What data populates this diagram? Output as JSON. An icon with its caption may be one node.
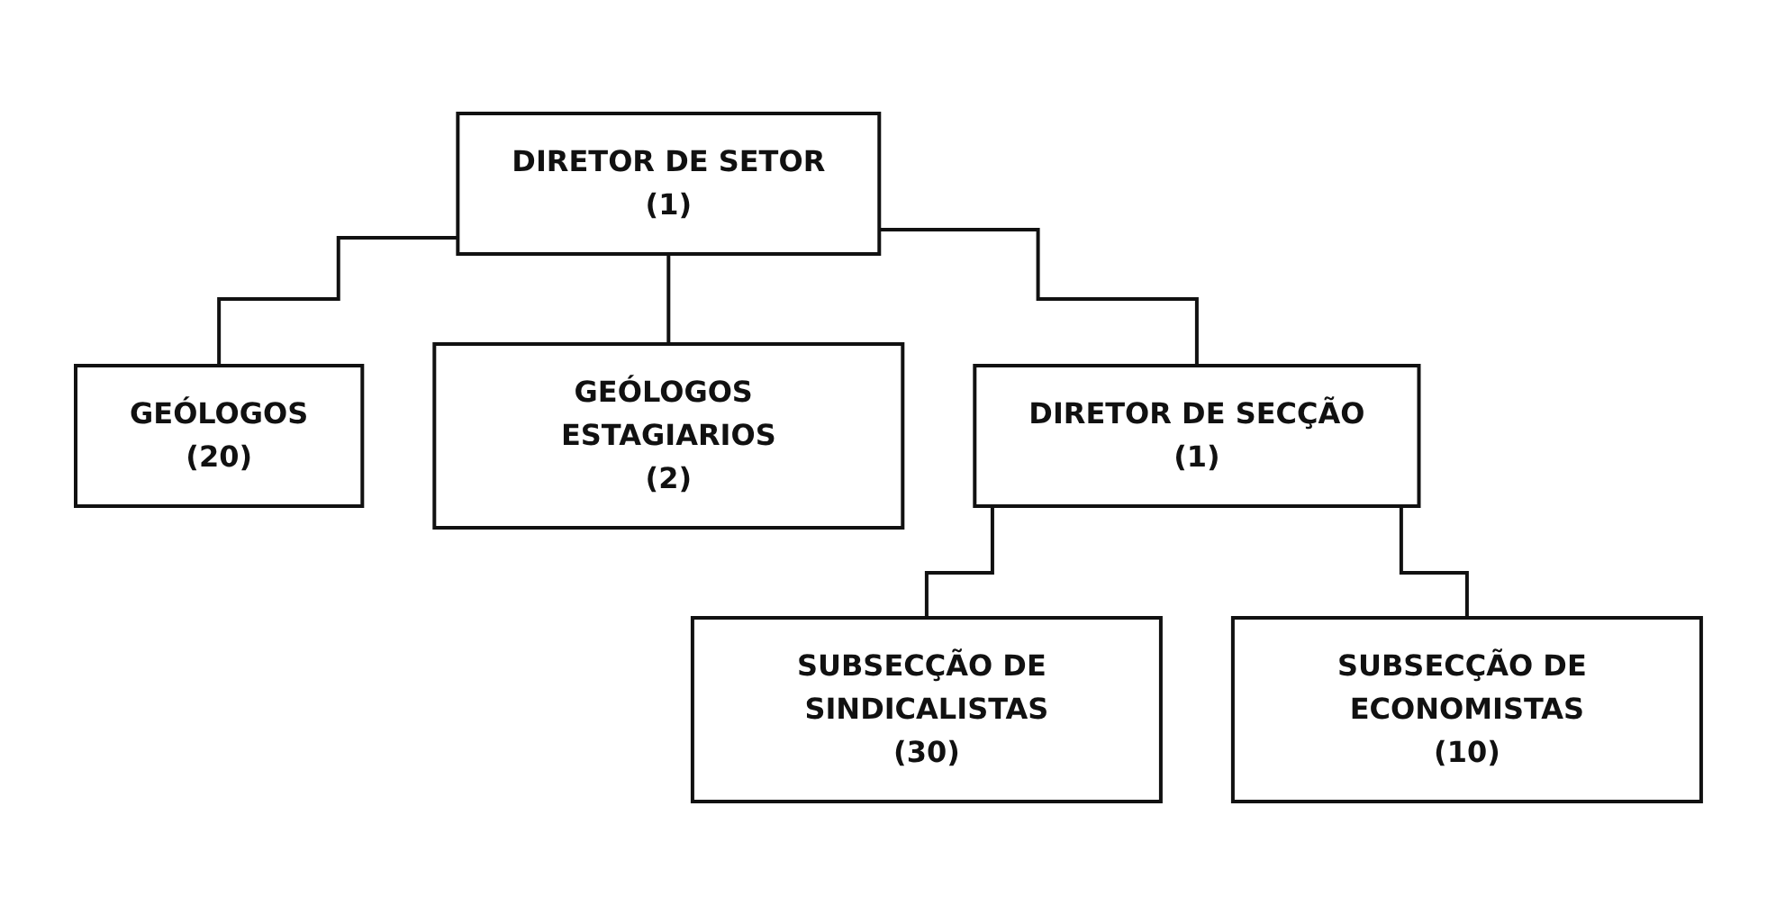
{
  "diagram": {
    "nodes": [
      {
        "text": [
          "DIRETOR DE SETOR",
          "(1)"
        ]
      },
      {
        "text": [
          "GEÓLOGOS",
          "(20)"
        ]
      },
      {
        "text": [
          "GEÓLOGOS ESTAGIARIOS",
          "(2)"
        ]
      },
      {
        "text": [
          "DIRETOR DE SECÇÃO",
          "(1)"
        ]
      },
      {
        "text": [
          "SUBSECÇÃO DE SINDICALISTAS",
          "(30)"
        ]
      },
      {
        "text": [
          "SUBSECÇÃO DE ECONOMISTAS",
          "(10)"
        ]
      }
    ],
    "edges": [
      {
        "from": 0,
        "to": 1,
        "arrow": "none"
      },
      {
        "from": 0,
        "to": 2,
        "arrow": "none"
      },
      {
        "from": 0,
        "to": 3,
        "arrow": "none"
      },
      {
        "from": 3,
        "to": 4,
        "arrow": "none"
      },
      {
        "from": 3,
        "to": 5,
        "arrow": "none"
      }
    ]
  }
}
